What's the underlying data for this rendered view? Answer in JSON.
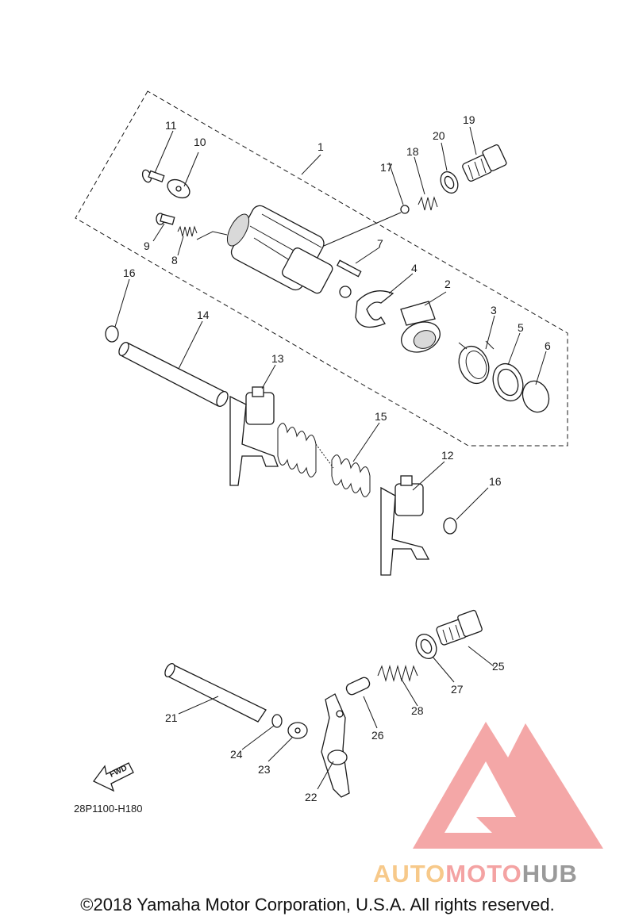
{
  "part_labels": {
    "p1": "1",
    "p2": "2",
    "p3": "3",
    "p4": "4",
    "p5": "5",
    "p6": "6",
    "p7": "7",
    "p8": "8",
    "p9": "9",
    "p10": "10",
    "p11": "11",
    "p12": "12",
    "p13": "13",
    "p14": "14",
    "p15": "15",
    "p16a": "16",
    "p16b": "16",
    "p17": "17",
    "p18": "18",
    "p19": "19",
    "p20": "20",
    "p21": "21",
    "p22": "22",
    "p23": "23",
    "p24": "24",
    "p25": "25",
    "p26": "26",
    "p27": "27",
    "p28": "28"
  },
  "fwd_label": "FWD",
  "diagram_code": "28P1100-H180",
  "watermark": {
    "word_a": "AUTO",
    "word_b": "MOTO",
    "word_c": "HUB",
    "colors": {
      "a": "#f7c98a",
      "b": "#f4a3a3",
      "c": "#9a9a9a",
      "logo": "#f08a8a"
    }
  },
  "copyright": "©2018 Yamaha Motor Corporation, U.S.A. All rights reserved."
}
